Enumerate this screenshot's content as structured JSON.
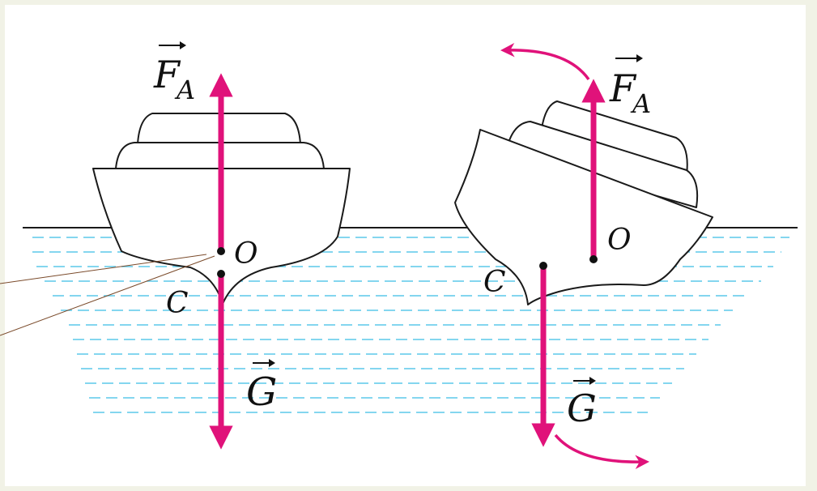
{
  "labels": {
    "buoyancy": "F",
    "buoyancy_sub": "A",
    "weight": "G",
    "center_buoyancy": "O",
    "center_gravity": "C"
  },
  "colors": {
    "force_arrow": "#e0127a",
    "rotation_arrow": "#e0127a",
    "water_dash": "#5cc8ea",
    "outline": "#1a1a1a",
    "leader_line": "#7a4a2a",
    "background": "#f1f2e6"
  },
  "icons": {
    "vector_arrow": "vector-arrow-icon",
    "rotation_arrow": "curved-arrow-icon"
  }
}
